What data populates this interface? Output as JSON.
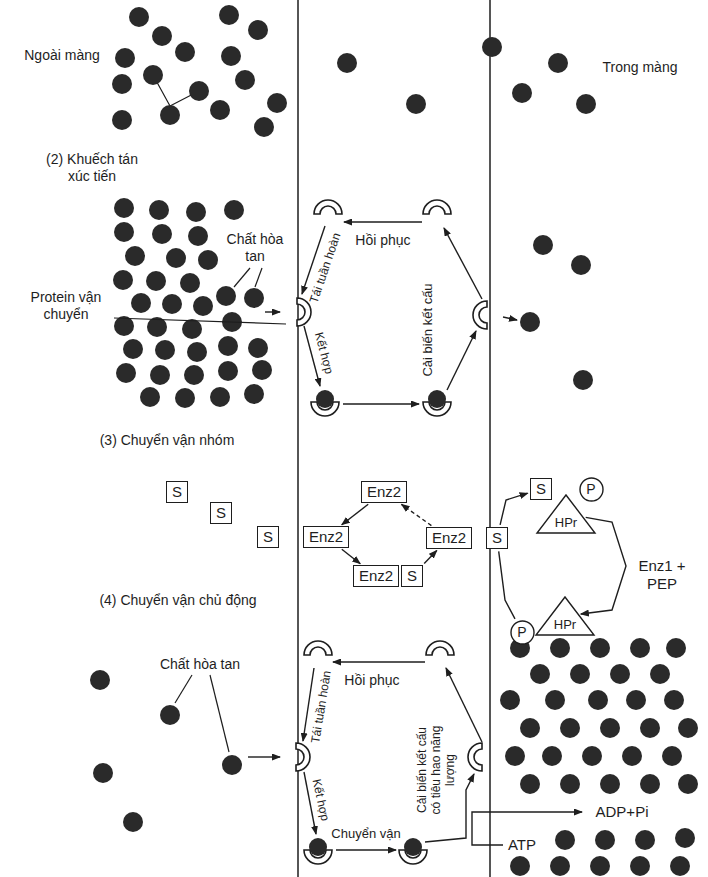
{
  "diagram": {
    "nodes": [
      {
        "text": [
          "S"
        ]
      },
      {
        "text": [
          "S"
        ]
      },
      {
        "text": [
          "Enz2"
        ]
      },
      {
        "text": [
          "S"
        ]
      },
      {
        "text": [
          "Enz2"
        ]
      },
      {
        "text": [
          "Enz2"
        ]
      },
      {
        "text": [
          "S"
        ]
      },
      {
        "text": [
          "S"
        ]
      },
      {
        "text": [
          "P"
        ]
      },
      {
        "text": [
          "HPr"
        ]
      },
      {
        "text": [
          "Enz2"
        ]
      },
      {
        "text": [
          "S"
        ]
      },
      {
        "text": [
          "P"
        ]
      },
      {
        "text": [
          "HPr"
        ]
      }
    ],
    "edges": [
      {
        "from": 2,
        "to": 4,
        "arrow": "to"
      },
      {
        "from": 4,
        "to": 10,
        "arrow": "to"
      },
      {
        "from": 11,
        "to": 5,
        "arrow": "to"
      },
      {
        "from": 5,
        "to": 2,
        "arrow": "to"
      },
      {
        "from": 6,
        "to": 7,
        "arrow": "to"
      },
      {
        "from": 9,
        "to": 13,
        "arrow": "to"
      },
      {
        "from": 12,
        "to": 6,
        "arrow": "none"
      }
    ],
    "labels": [
      "Ngoài màng",
      "Trong màng",
      "(2) Khuếch tán xúc tiến",
      "Chất hòa tan",
      "Hồi phục",
      "Tái tuần hoàn",
      "Protein vận chuyển",
      "Kết hợp",
      "Cải biến kết cấu",
      "(3) Chuyển vận nhóm",
      "Enz1 + PEP",
      "(4) Chuyển vận chủ động",
      "Chất hòa tan",
      "Hồi phục",
      "Tái tuần hoàn",
      "Kết hợp",
      "Cải biến kết cấu có tiêu hao năng lượng",
      "ADP+Pi",
      "Chuyển vận",
      "ATP"
    ]
  }
}
